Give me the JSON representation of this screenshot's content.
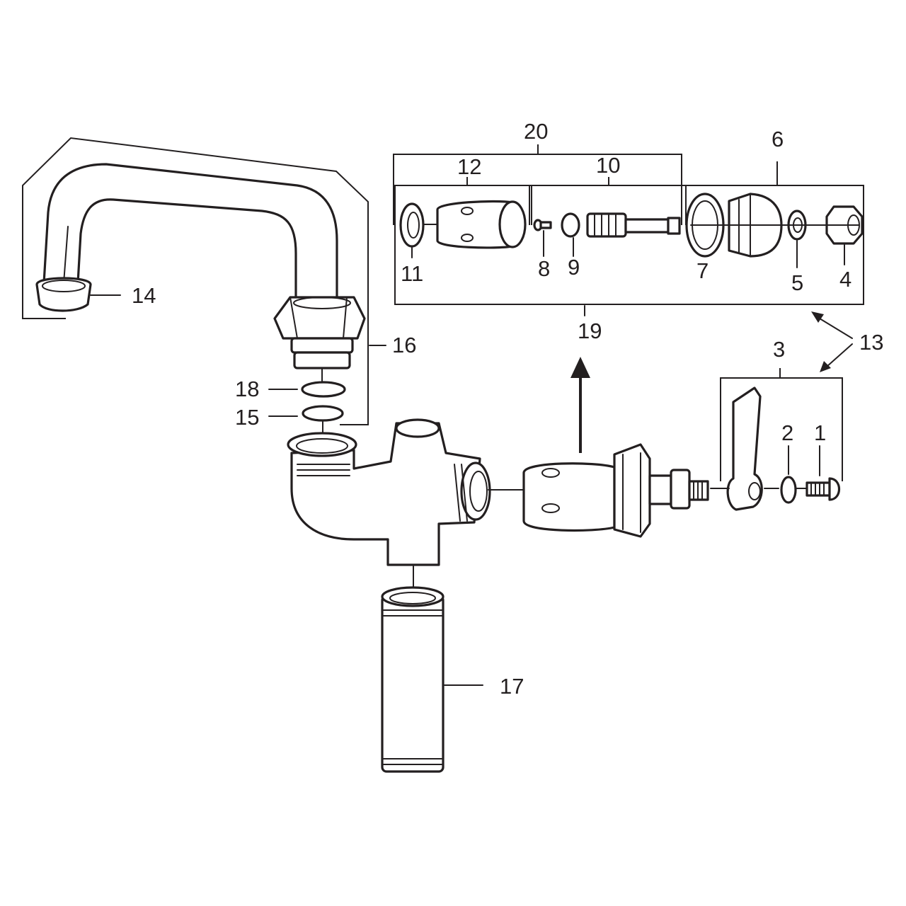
{
  "diagram": {
    "callouts": {
      "n1": "1",
      "n2": "2",
      "n3": "3",
      "n4": "4",
      "n5": "5",
      "n6": "6",
      "n7": "7",
      "n8": "8",
      "n9": "9",
      "n10": "10",
      "n11": "11",
      "n12": "12",
      "n13": "13",
      "n14": "14",
      "n15": "15",
      "n16": "16",
      "n17": "17",
      "n18": "18",
      "n19": "19",
      "n20": "20"
    },
    "colors": {
      "ink": "#231f20",
      "paper": "#ffffff"
    }
  }
}
